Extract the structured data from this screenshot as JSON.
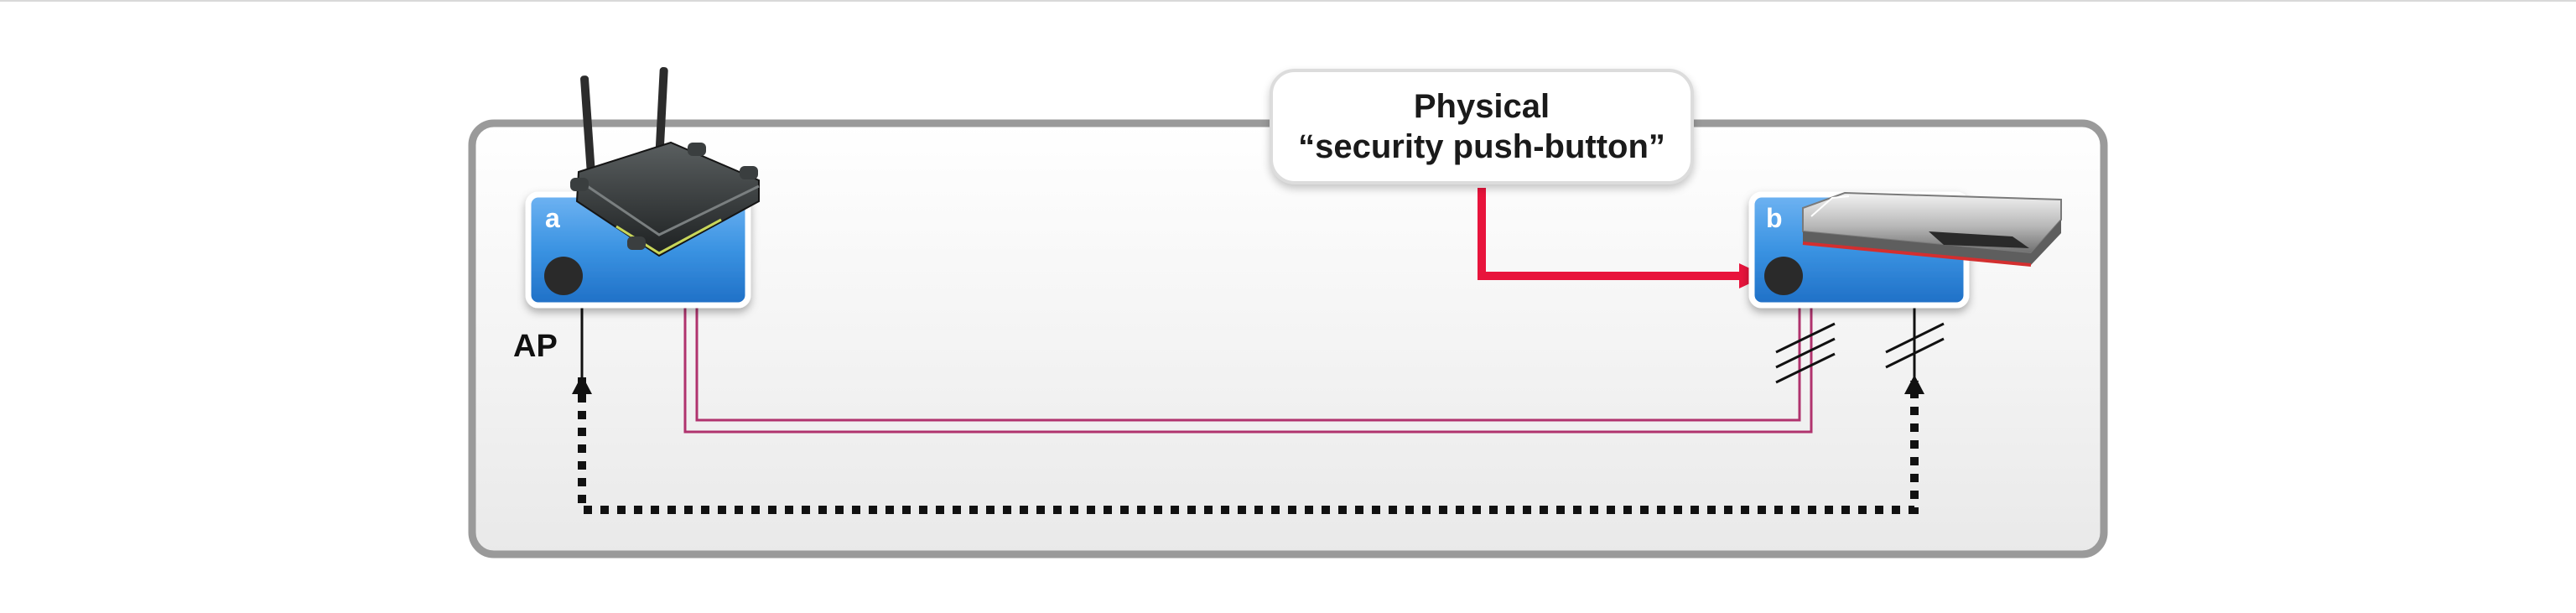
{
  "callout": {
    "line1": "Physical",
    "line2": "“security push-button”"
  },
  "labels": {
    "ap": "AP",
    "device_a_tag": "a",
    "device_b_tag": "b"
  },
  "icons": {
    "router": "wireless-router-icon",
    "media_box": "set-top-box-icon",
    "push_button": "circle-button-icon"
  },
  "colors": {
    "panel_border": "#9a9a9a",
    "device_blue": "#2f87d8",
    "button_dark": "#2b2b2b",
    "push_arrow": "#e8143c",
    "data_link": "#b0336e",
    "dotted_link": "#111111"
  }
}
